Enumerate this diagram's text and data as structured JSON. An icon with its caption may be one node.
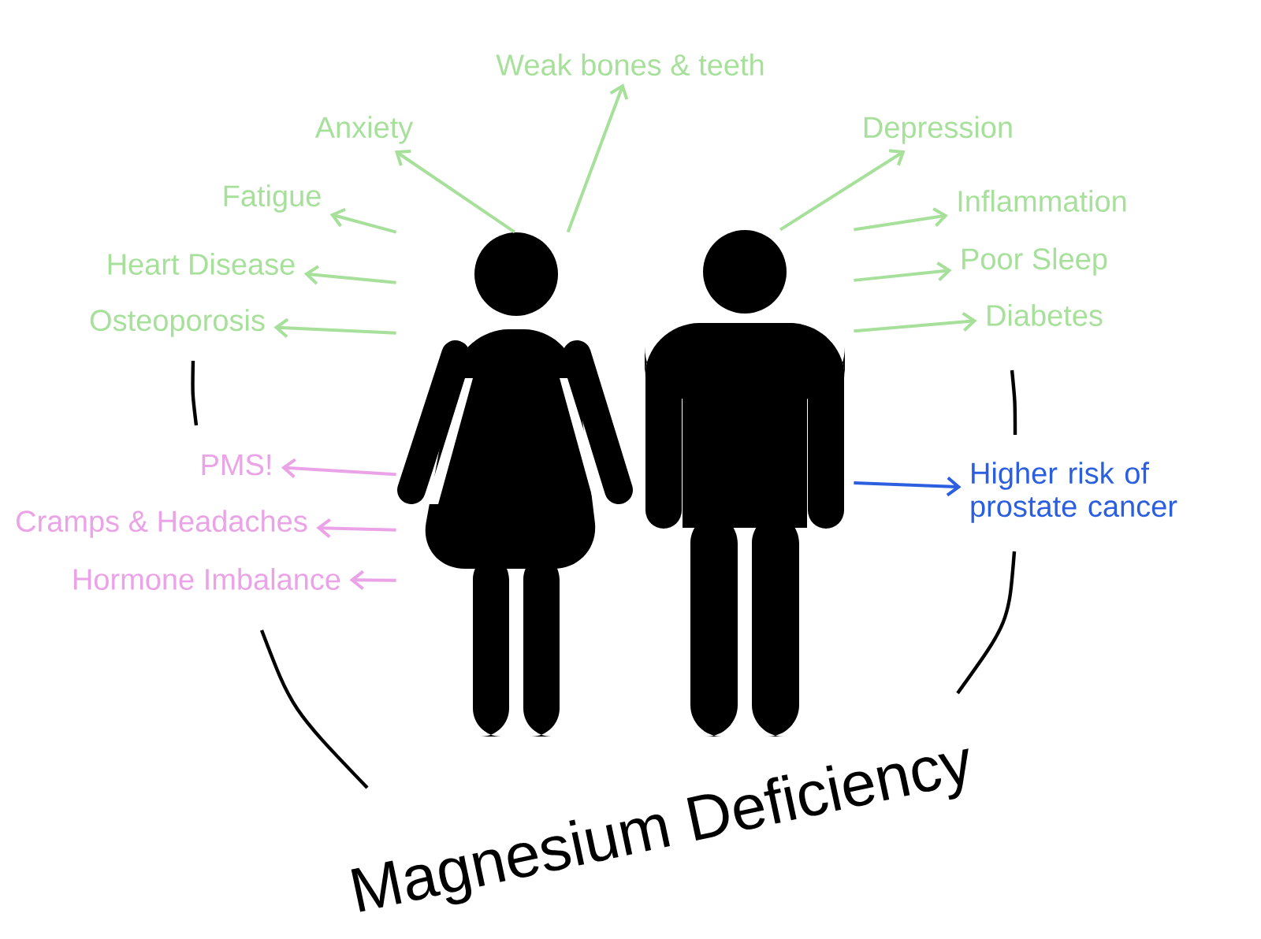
{
  "diagram": {
    "title": "Magnesium Deficiency",
    "nodes": [
      {
        "text": [],
        "shape": "person"
      },
      {
        "text": [],
        "shape": "person"
      },
      {
        "text": [
          "Weak bones & teeth"
        ]
      },
      {
        "text": [
          "Anxiety"
        ]
      },
      {
        "text": [
          "Fatigue"
        ]
      },
      {
        "text": [
          "Heart Disease"
        ]
      },
      {
        "text": [
          "Osteoporosis"
        ]
      },
      {
        "text": [
          "Depression"
        ]
      },
      {
        "text": [
          "Inflammation"
        ]
      },
      {
        "text": [
          "Poor Sleep"
        ]
      },
      {
        "text": [
          "Diabetes"
        ]
      },
      {
        "text": [
          "PMS!"
        ]
      },
      {
        "text": [
          "Cramps & Headaches"
        ]
      },
      {
        "text": [
          "Hormone Imbalance"
        ]
      },
      {
        "text": [
          "Higher risk of prostate cancer"
        ]
      }
    ],
    "edges": [
      {
        "from": 0,
        "to": 2,
        "arrow": "to"
      },
      {
        "from": 0,
        "to": 3,
        "arrow": "to"
      },
      {
        "from": 0,
        "to": 4,
        "arrow": "to"
      },
      {
        "from": 0,
        "to": 5,
        "arrow": "to"
      },
      {
        "from": 0,
        "to": 6,
        "arrow": "to"
      },
      {
        "from": 1,
        "to": 7,
        "arrow": "to"
      },
      {
        "from": 1,
        "to": 8,
        "arrow": "to"
      },
      {
        "from": 1,
        "to": 9,
        "arrow": "to"
      },
      {
        "from": 1,
        "to": 10,
        "arrow": "to"
      },
      {
        "from": 0,
        "to": 11,
        "arrow": "to",
        "color": "#e9a3e6"
      },
      {
        "from": 0,
        "to": 12,
        "arrow": "to",
        "color": "#e9a3e6"
      },
      {
        "from": 0,
        "to": 13,
        "arrow": "to",
        "color": "#e9a3e6"
      },
      {
        "from": 1,
        "to": 14,
        "arrow": "to",
        "color": "#2b5fe0"
      }
    ]
  }
}
